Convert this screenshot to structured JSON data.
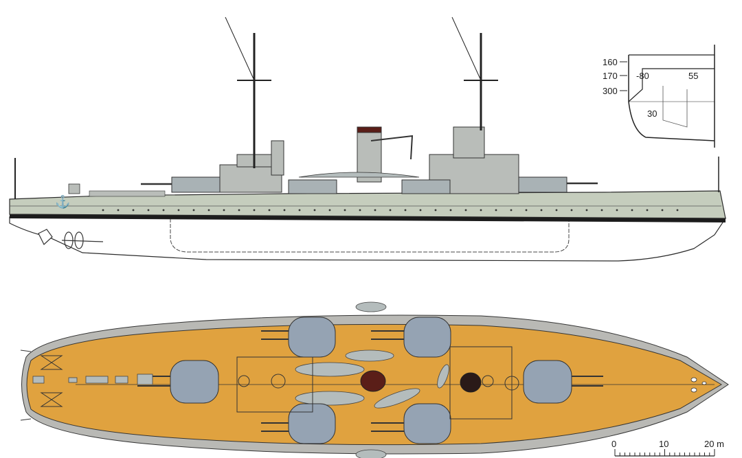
{
  "colors": {
    "hull_upper": "#c5cdbd",
    "hull_lower": "#ffffff",
    "waterline": "#1c1c1c",
    "superstructure": "#b9bdb9",
    "turret": "#a9b2b5",
    "deck": "#e0a23f",
    "deck_edge": "#b9b9b5",
    "turret_top": "#95a3b3",
    "boat": "#b4bcbc",
    "funnel_top": "#5a1e18",
    "line": "#2a2a2a"
  },
  "armor_section": {
    "labels": [
      "160",
      "170",
      "300"
    ],
    "inner_labels": [
      "-80",
      "55",
      "30"
    ]
  },
  "scale_bar": {
    "labels": [
      "0",
      "10",
      "20 m"
    ]
  }
}
